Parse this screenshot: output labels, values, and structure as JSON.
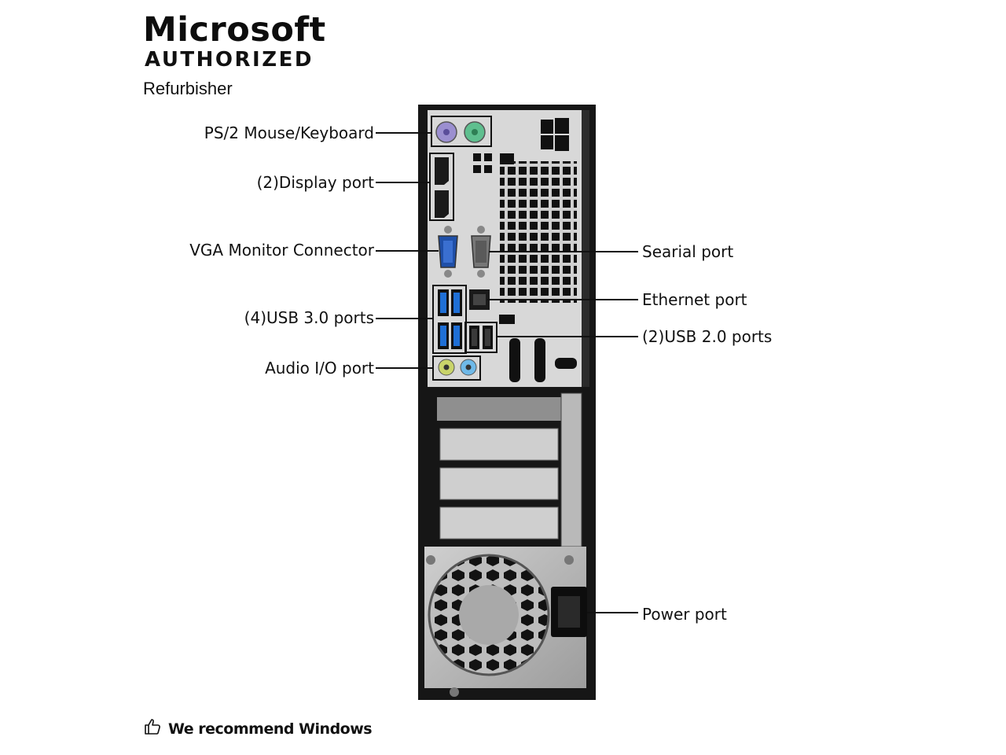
{
  "brand": {
    "line1": "Microsoft",
    "line2": "AUTHORIZED",
    "line3": "Refurbisher"
  },
  "labels": {
    "ps2": "PS/2 Mouse/Keyboard",
    "display_port": "(2)Display port",
    "vga": "VGA Monitor Connector",
    "usb3": "(4)USB 3.0 ports",
    "audio": "Audio I/O port",
    "serial": "Searial port",
    "ethernet": "Ethernet port",
    "usb2": "(2)USB 2.0 ports",
    "power": "Power port"
  },
  "footer": {
    "text": "We recommend Windows",
    "icon": "thumbs-up-icon"
  },
  "colors": {
    "ps2_mouse": "#9b8fd0",
    "ps2_keyboard": "#5fbf8f",
    "usb3_blue": "#1f6fd6",
    "audio_green": "#c9d46a",
    "audio_blue": "#6fb9e8",
    "case": "#1a1a1a",
    "panel": "#d9d9d9"
  }
}
